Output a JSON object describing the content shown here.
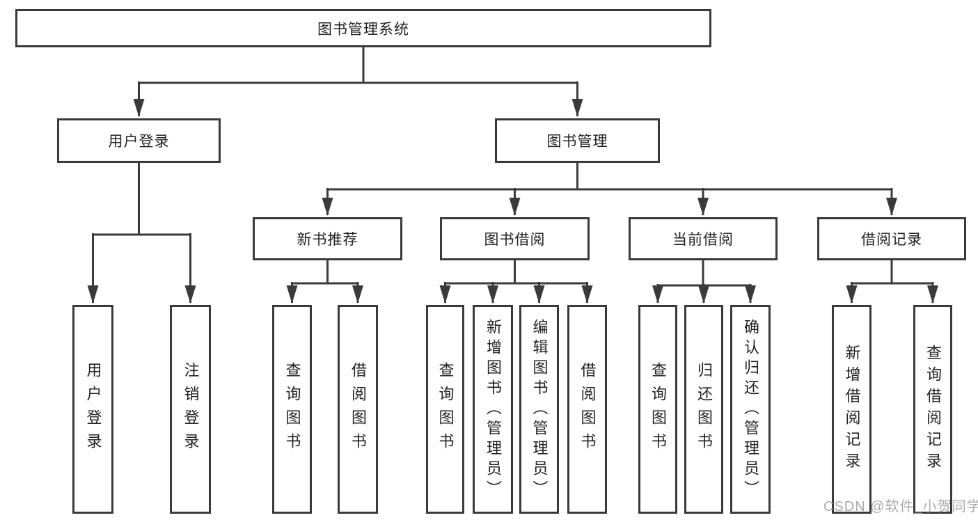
{
  "diagram": {
    "root": {
      "label": "图书管理系统"
    },
    "level2": {
      "user_login": {
        "label": "用户登录",
        "children": [
          {
            "label": "用户登录"
          },
          {
            "label": "注销登录"
          }
        ]
      },
      "book_mgmt": {
        "label": "图书管理"
      }
    },
    "level3": [
      {
        "label": "新书推荐",
        "children": [
          {
            "label": "查询图书"
          },
          {
            "label": "借阅图书"
          }
        ]
      },
      {
        "label": "图书借阅",
        "children": [
          {
            "label": "查询图书"
          },
          {
            "label": "新增图书（管理员）"
          },
          {
            "label": "编辑图书（管理员）"
          },
          {
            "label": "借阅图书"
          }
        ]
      },
      {
        "label": "当前借阅",
        "children": [
          {
            "label": "查询图书"
          },
          {
            "label": "归还图书"
          },
          {
            "label": "确认归还（管理员）"
          }
        ]
      },
      {
        "label": "借阅记录",
        "children": [
          {
            "label": "新增借阅记录"
          },
          {
            "label": "查询借阅记录"
          }
        ]
      }
    ],
    "colors": {
      "line": "#3a3a3a",
      "text": "#222222",
      "background": "#ffffff",
      "watermark": "#a3a3a3"
    }
  },
  "watermark": "CSDN @软件_小贺同学"
}
